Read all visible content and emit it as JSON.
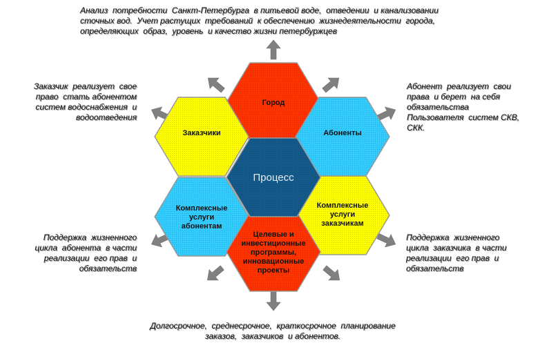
{
  "diagram": {
    "center": {
      "label": "Процесс",
      "color": "#135a8a"
    },
    "hexagons": [
      {
        "id": "gorod",
        "lines": [
          "Город"
        ],
        "color": "#ff3300"
      },
      {
        "id": "zakazchiki",
        "lines": [
          "Заказчики"
        ],
        "color": "#ffff00"
      },
      {
        "id": "abonenty",
        "lines": [
          "Абоненты"
        ],
        "color": "#33ccff"
      },
      {
        "id": "uslugi-abonentam",
        "lines": [
          "Комплексные",
          "услуги",
          "абонентам"
        ],
        "color": "#33ccff"
      },
      {
        "id": "uslugi-zakazchikam",
        "lines": [
          "Комплексные",
          "услуги",
          "заказчикам"
        ],
        "color": "#ffff00"
      },
      {
        "id": "proekty",
        "lines": [
          "Целевые и",
          "инвестиционные",
          "программы,",
          "инновационные",
          "проекты"
        ],
        "color": "#ff3300"
      }
    ],
    "arrow_color": "#808080"
  },
  "captions": {
    "top": [
      "Анализ  потребности  Санкт-Петербурга  в питьевой воде,  отведении  и канализовании",
      "сточных вод.  Учет растущих  требований  к обеспечению  жизнедеятельности  города,",
      "определяющих  образ,  уровень  и качество жизни петербуржцев"
    ],
    "left_upper": [
      "Заказчик  реализует  свое",
      "право  стать абонентом",
      "систем водоснабжения  и",
      "водоотведения"
    ],
    "right_upper": [
      "Абонент  реализует  свои",
      "права  и берет  на себя",
      "обязательства",
      "Пользователя  систем СКВ,",
      "СКК."
    ],
    "left_lower": [
      "Поддержка  жизненного",
      "цикла  абонента  в части",
      "реализации  его прав  и",
      "обязательств"
    ],
    "right_lower": [
      "Поддержка  жизненного",
      "цикла  заказчика  в части",
      "реализации  его прав  и",
      "обязательств"
    ],
    "bottom": [
      "Долгосрочное,  среднесрочное,  краткосрочное  планирование",
      "заказов,  заказчиков  и абонентов."
    ]
  }
}
